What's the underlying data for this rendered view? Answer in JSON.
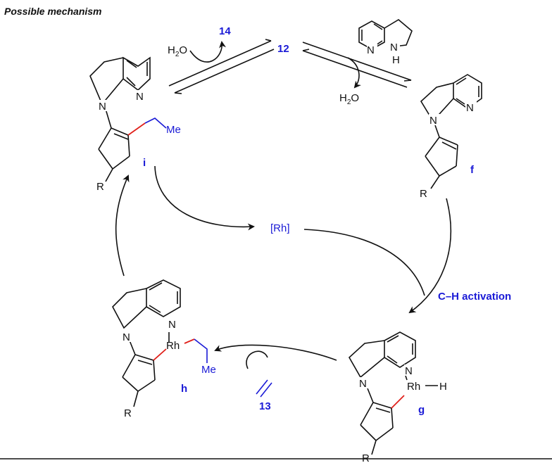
{
  "heading": "Possible mechanism",
  "compounds": {
    "c12": "12",
    "c13": "13",
    "c14": "14"
  },
  "catalyst": "[Rh]",
  "step_label": "C–H activation",
  "water": {
    "main": "H",
    "sub": "2",
    "tail": "O"
  },
  "atoms": {
    "N": "N",
    "H": "H",
    "NH_H": "H",
    "R": "R",
    "Me": "Me",
    "Rh": "Rh"
  },
  "intermediates": {
    "f": "f",
    "g": "g",
    "h": "h",
    "i": "i"
  },
  "colors": {
    "black": "#111111",
    "blue": "#1a1ad6",
    "red": "#e0201a"
  }
}
